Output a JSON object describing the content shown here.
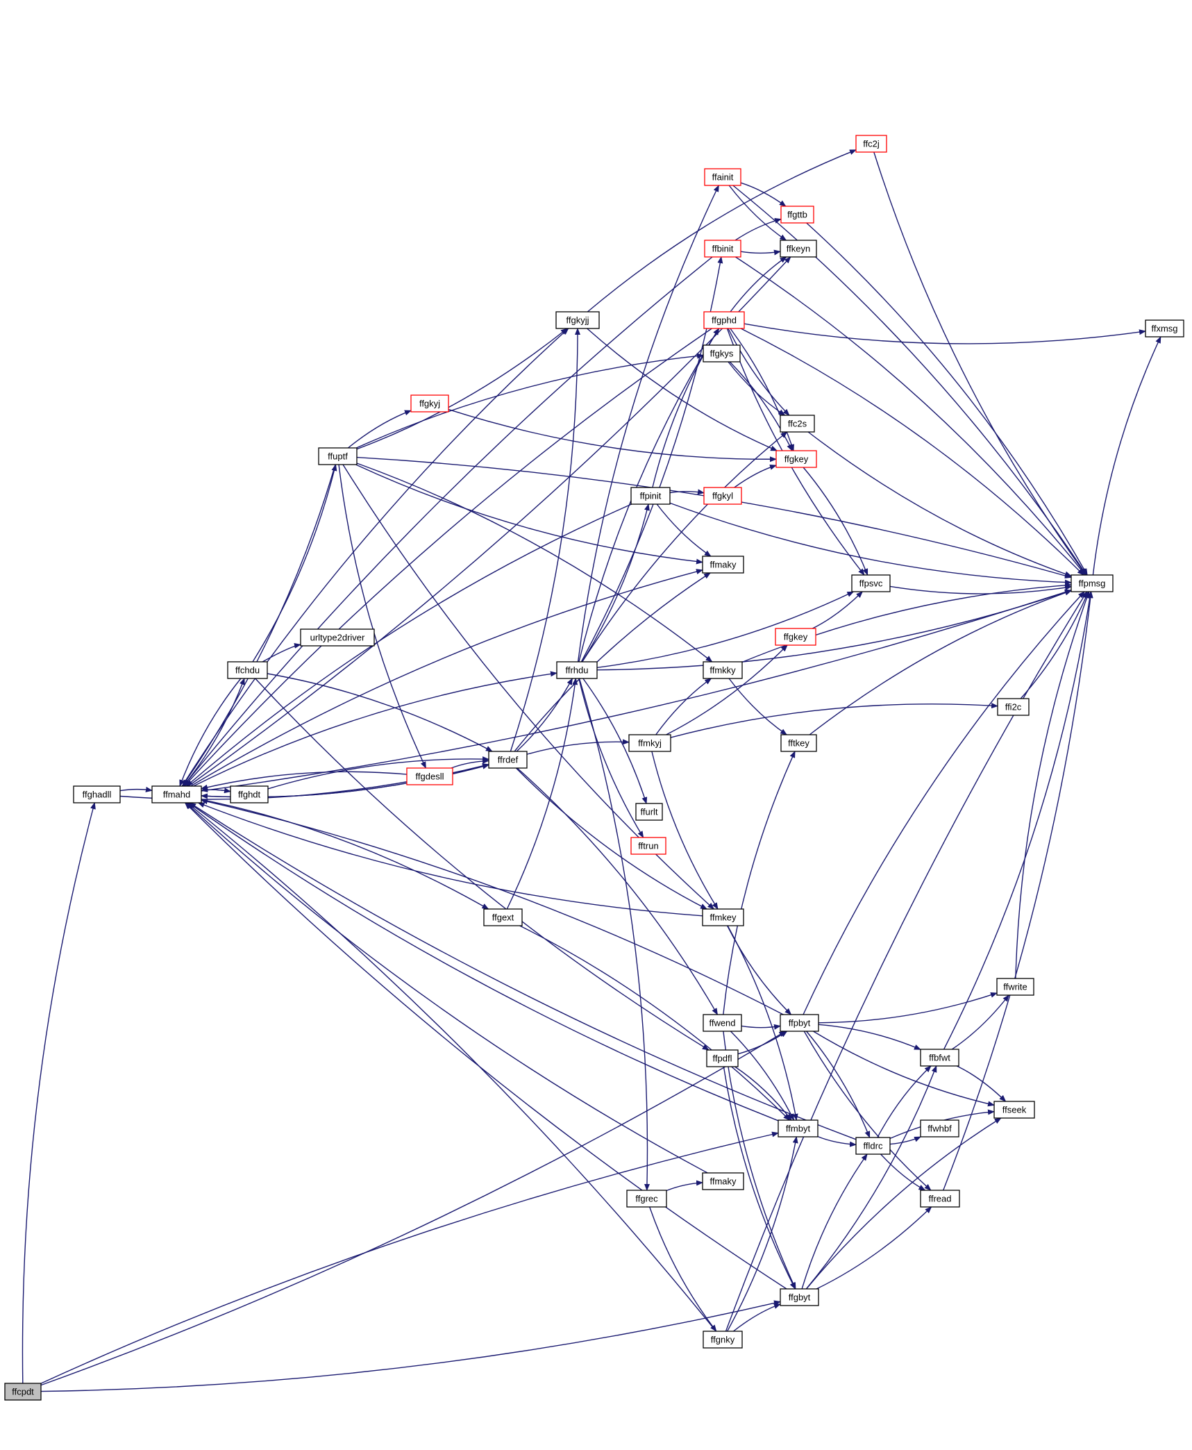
{
  "colors": {
    "edge": "#191970",
    "node_border": "#000000",
    "node_border_truncated": "#ff0000",
    "node_fill": "#ffffff",
    "root_fill": "#bfbfbf"
  },
  "nodes": [
    {
      "id": "ffcpdt",
      "label": "ffcpdt",
      "root": true
    },
    {
      "id": "ffghadll",
      "label": "ffghadll"
    },
    {
      "id": "ffmahd",
      "label": "ffmahd"
    },
    {
      "id": "ffghdt",
      "label": "ffghdt"
    },
    {
      "id": "ffchdu",
      "label": "ffchdu"
    },
    {
      "id": "urltype2driver",
      "label": "urltype2driver"
    },
    {
      "id": "ffuptf",
      "label": "ffuptf"
    },
    {
      "id": "ffgdesll",
      "label": "ffgdesll",
      "truncated": true
    },
    {
      "id": "ffgkyj_red",
      "label": "ffgkyj",
      "truncated": true
    },
    {
      "id": "ffrdef",
      "label": "ffrdef"
    },
    {
      "id": "ffgext",
      "label": "ffgext"
    },
    {
      "id": "ffgkyjj",
      "label": "ffgkyjj"
    },
    {
      "id": "ffrhdu",
      "label": "ffrhdu"
    },
    {
      "id": "ffpinit",
      "label": "ffpinit"
    },
    {
      "id": "ffmkyj",
      "label": "ffmkyj"
    },
    {
      "id": "ffurlt",
      "label": "ffurlt"
    },
    {
      "id": "fftrun",
      "label": "fftrun",
      "truncated": true
    },
    {
      "id": "ffgrec",
      "label": "ffgrec"
    },
    {
      "id": "ffainit",
      "label": "ffainit",
      "truncated": true
    },
    {
      "id": "ffbinit",
      "label": "ffbinit",
      "truncated": true
    },
    {
      "id": "ffgphd",
      "label": "ffgphd",
      "truncated": true
    },
    {
      "id": "ffgkys",
      "label": "ffgkys"
    },
    {
      "id": "ffgkyl",
      "label": "ffgkyl",
      "truncated": true
    },
    {
      "id": "ffmaky_top",
      "label": "ffmaky"
    },
    {
      "id": "ffgkey_low",
      "label": "ffgkey",
      "truncated": true
    },
    {
      "id": "ffmkky",
      "label": "ffmkky"
    },
    {
      "id": "ffmkey",
      "label": "ffmkey"
    },
    {
      "id": "ffwend",
      "label": "ffwend"
    },
    {
      "id": "ffpdfl",
      "label": "ffpdfl"
    },
    {
      "id": "ffmaky_low",
      "label": "ffmaky"
    },
    {
      "id": "ffgnky",
      "label": "ffgnky"
    },
    {
      "id": "ffc2j",
      "label": "ffc2j",
      "truncated": true
    },
    {
      "id": "ffgttb",
      "label": "ffgttb",
      "truncated": true
    },
    {
      "id": "ffkeyn",
      "label": "ffkeyn"
    },
    {
      "id": "ffc2s",
      "label": "ffc2s"
    },
    {
      "id": "ffgkey_mid",
      "label": "ffgkey",
      "truncated": true
    },
    {
      "id": "ffpsvc",
      "label": "ffpsvc"
    },
    {
      "id": "fftkey",
      "label": "fftkey"
    },
    {
      "id": "ffpbyt",
      "label": "ffpbyt"
    },
    {
      "id": "ffmbyt",
      "label": "ffmbyt"
    },
    {
      "id": "ffgbyt",
      "label": "ffgbyt"
    },
    {
      "id": "ffi2c",
      "label": "ffi2c"
    },
    {
      "id": "ffwrite",
      "label": "ffwrite"
    },
    {
      "id": "ffbfwt",
      "label": "ffbfwt"
    },
    {
      "id": "ffldrc",
      "label": "ffldrc"
    },
    {
      "id": "ffwhbf",
      "label": "ffwhbf"
    },
    {
      "id": "ffseek",
      "label": "ffseek"
    },
    {
      "id": "ffread",
      "label": "ffread"
    },
    {
      "id": "ffxmsg",
      "label": "ffxmsg"
    },
    {
      "id": "ffpmsg",
      "label": "ffpmsg"
    }
  ],
  "edges": [
    [
      "ffcpdt",
      "ffghadll"
    ],
    [
      "ffcpdt",
      "ffpbyt"
    ],
    [
      "ffcpdt",
      "ffmbyt"
    ],
    [
      "ffcpdt",
      "ffgbyt"
    ],
    [
      "ffghadll",
      "ffmahd"
    ],
    [
      "ffghadll",
      "ffrdef"
    ],
    [
      "ffmahd",
      "ffghdt"
    ],
    [
      "ffmahd",
      "ffchdu"
    ],
    [
      "ffmahd",
      "ffgext"
    ],
    [
      "ffmahd",
      "ffrdef"
    ],
    [
      "ffmahd",
      "ffrhdu"
    ],
    [
      "ffmahd",
      "ffpmsg"
    ],
    [
      "ffmahd",
      "ffgkyjj"
    ],
    [
      "ffmahd",
      "ffkeyn"
    ],
    [
      "ffmahd",
      "ffmaky_top"
    ],
    [
      "ffghdt",
      "ffmahd"
    ],
    [
      "ffghdt",
      "ffrdef"
    ],
    [
      "ffchdu",
      "ffmahd"
    ],
    [
      "ffchdu",
      "urltype2driver"
    ],
    [
      "ffchdu",
      "ffuptf"
    ],
    [
      "ffchdu",
      "ffrdef"
    ],
    [
      "ffchdu",
      "ffpdfl"
    ],
    [
      "ffuptf",
      "ffmahd"
    ],
    [
      "ffuptf",
      "ffgdesll"
    ],
    [
      "ffuptf",
      "ffgkyj_red"
    ],
    [
      "ffuptf",
      "ffgkyjj"
    ],
    [
      "ffuptf",
      "ffgkys"
    ],
    [
      "ffuptf",
      "ffmaky_top"
    ],
    [
      "ffuptf",
      "ffmkky"
    ],
    [
      "ffuptf",
      "ffmkey"
    ],
    [
      "ffuptf",
      "ffpmsg"
    ],
    [
      "ffgdesll",
      "ffmahd"
    ],
    [
      "ffgdesll",
      "ffrdef"
    ],
    [
      "ffgkyj_red",
      "ffgkey_mid"
    ],
    [
      "ffrdef",
      "ffmahd"
    ],
    [
      "ffrdef",
      "ffrhdu"
    ],
    [
      "ffrdef",
      "ffmkyj"
    ],
    [
      "ffrdef",
      "ffmkey"
    ],
    [
      "ffrdef",
      "ffwend"
    ],
    [
      "ffrdef",
      "ffgkyjj"
    ],
    [
      "ffrdef",
      "ffmaky_top"
    ],
    [
      "ffgext",
      "ffrhdu"
    ],
    [
      "ffgext",
      "ffmbyt"
    ],
    [
      "ffgkyjj",
      "ffgkey_mid"
    ],
    [
      "ffgkyjj",
      "ffc2j"
    ],
    [
      "ffrhdu",
      "ffpinit"
    ],
    [
      "ffrhdu",
      "ffainit"
    ],
    [
      "ffrhdu",
      "ffbinit"
    ],
    [
      "ffrhdu",
      "ffgphd"
    ],
    [
      "ffrhdu",
      "ffpsvc"
    ],
    [
      "ffrhdu",
      "ffurlt"
    ],
    [
      "ffrhdu",
      "fftrun"
    ],
    [
      "ffrhdu",
      "ffgrec"
    ],
    [
      "ffrhdu",
      "ffpmsg"
    ],
    [
      "ffrhdu",
      "ffc2s"
    ],
    [
      "ffpinit",
      "ffmahd"
    ],
    [
      "ffpinit",
      "ffgkyl"
    ],
    [
      "ffpinit",
      "ffmaky_top"
    ],
    [
      "ffpinit",
      "ffgphd"
    ],
    [
      "ffpinit",
      "ffpmsg"
    ],
    [
      "ffmkyj",
      "ffmkky"
    ],
    [
      "ffmkyj",
      "ffgkey_low"
    ],
    [
      "ffmkyj",
      "ffi2c"
    ],
    [
      "ffmkyj",
      "ffmkey"
    ],
    [
      "ffgrec",
      "ffmaky_low"
    ],
    [
      "ffgrec",
      "ffgnky"
    ],
    [
      "ffainit",
      "ffgttb"
    ],
    [
      "ffainit",
      "ffkeyn"
    ],
    [
      "ffainit",
      "ffpmsg"
    ],
    [
      "ffbinit",
      "ffmahd"
    ],
    [
      "ffbinit",
      "ffgttb"
    ],
    [
      "ffbinit",
      "ffkeyn"
    ],
    [
      "ffbinit",
      "ffpmsg"
    ],
    [
      "ffgphd",
      "ffmahd"
    ],
    [
      "ffgphd",
      "ffkeyn"
    ],
    [
      "ffgphd",
      "ffxmsg"
    ],
    [
      "ffgphd",
      "ffpmsg"
    ],
    [
      "ffgphd",
      "ffc2s"
    ],
    [
      "ffgphd",
      "ffgkey_mid"
    ],
    [
      "ffgphd",
      "ffpsvc"
    ],
    [
      "ffgkys",
      "ffgkey_mid"
    ],
    [
      "ffgkys",
      "ffc2s"
    ],
    [
      "ffgkyl",
      "ffgkey_mid"
    ],
    [
      "ffgkey_low",
      "ffpsvc"
    ],
    [
      "ffmkky",
      "ffpmsg"
    ],
    [
      "ffmkky",
      "fftkey"
    ],
    [
      "ffmkey",
      "ffmahd"
    ],
    [
      "ffmkey",
      "ffpbyt"
    ],
    [
      "ffmkey",
      "ffmbyt"
    ],
    [
      "ffwend",
      "ffpbyt"
    ],
    [
      "ffwend",
      "ffmbyt"
    ],
    [
      "ffwend",
      "ffgbyt"
    ],
    [
      "ffwend",
      "fftkey"
    ],
    [
      "ffpdfl",
      "ffpbyt"
    ],
    [
      "ffpdfl",
      "ffmbyt"
    ],
    [
      "ffpdfl",
      "ffgbyt"
    ],
    [
      "ffmaky_low",
      "ffmahd"
    ],
    [
      "ffgnky",
      "ffmahd"
    ],
    [
      "ffgnky",
      "ffgbyt"
    ],
    [
      "ffgnky",
      "ffmbyt"
    ],
    [
      "ffgnky",
      "ffpmsg"
    ],
    [
      "ffc2j",
      "ffpmsg"
    ],
    [
      "ffgttb",
      "ffpmsg"
    ],
    [
      "ffc2s",
      "ffpmsg"
    ],
    [
      "ffgkey_mid",
      "ffpsvc"
    ],
    [
      "ffpsvc",
      "ffpmsg"
    ],
    [
      "fftkey",
      "ffpmsg"
    ],
    [
      "ffpbyt",
      "ffmahd"
    ],
    [
      "ffpbyt",
      "ffpmsg"
    ],
    [
      "ffpbyt",
      "ffwrite"
    ],
    [
      "ffpbyt",
      "ffbfwt"
    ],
    [
      "ffpbyt",
      "ffseek"
    ],
    [
      "ffpbyt",
      "ffldrc"
    ],
    [
      "ffpbyt",
      "ffread"
    ],
    [
      "ffmbyt",
      "ffmahd"
    ],
    [
      "ffmbyt",
      "ffldrc"
    ],
    [
      "ffgbyt",
      "ffmahd"
    ],
    [
      "ffgbyt",
      "ffbfwt"
    ],
    [
      "ffgbyt",
      "ffldrc"
    ],
    [
      "ffgbyt",
      "ffread"
    ],
    [
      "ffgbyt",
      "ffseek"
    ],
    [
      "ffi2c",
      "ffpmsg"
    ],
    [
      "ffwrite",
      "ffpmsg"
    ],
    [
      "ffbfwt",
      "ffwrite"
    ],
    [
      "ffbfwt",
      "ffseek"
    ],
    [
      "ffbfwt",
      "ffpmsg"
    ],
    [
      "ffldrc",
      "ffbfwt"
    ],
    [
      "ffldrc",
      "ffwhbf"
    ],
    [
      "ffldrc",
      "ffseek"
    ],
    [
      "ffldrc",
      "ffread"
    ],
    [
      "ffldrc",
      "ffmahd"
    ],
    [
      "ffread",
      "ffpmsg"
    ],
    [
      "ffpmsg",
      "ffxmsg"
    ]
  ]
}
